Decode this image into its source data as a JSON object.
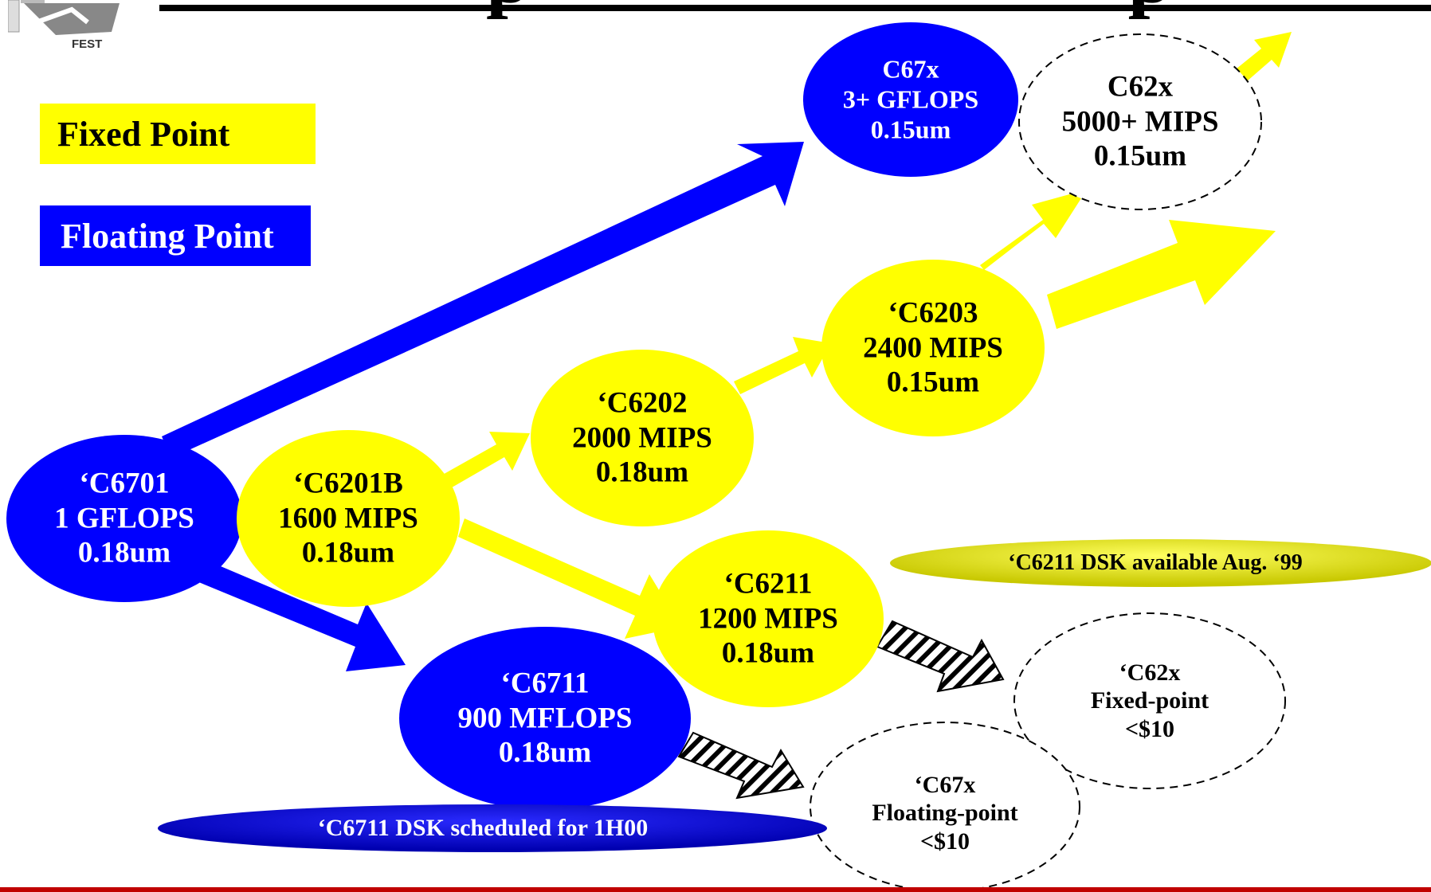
{
  "title_fragment": "p                              p",
  "logo": {
    "label": "FEST"
  },
  "legend": {
    "fixed": {
      "label": "Fixed Point",
      "color": "#ffff00"
    },
    "floating": {
      "label": "Floating Point",
      "color": "#0000ff"
    }
  },
  "nodes": {
    "c6701": {
      "lines": [
        "‘C6701",
        "1 GFLOPS",
        "0.18um"
      ],
      "kind": "floating"
    },
    "c6201b": {
      "lines": [
        "‘C6201B",
        "1600 MIPS",
        "0.18um"
      ],
      "kind": "fixed"
    },
    "c6202": {
      "lines": [
        "‘C6202",
        "2000 MIPS",
        "0.18um"
      ],
      "kind": "fixed"
    },
    "c6203": {
      "lines": [
        "‘C6203",
        "2400 MIPS",
        "0.15um"
      ],
      "kind": "fixed"
    },
    "c67x_top": {
      "lines": [
        "C67x",
        "3+ GFLOPS",
        "0.15um"
      ],
      "kind": "floating"
    },
    "c62x_top": {
      "lines": [
        "C62x",
        "5000+ MIPS",
        "0.15um"
      ],
      "kind": "future"
    },
    "c6211": {
      "lines": [
        "‘C6211",
        "1200 MIPS",
        "0.18um"
      ],
      "kind": "fixed"
    },
    "c6711": {
      "lines": [
        "‘C6711",
        "900 MFLOPS",
        "0.18um"
      ],
      "kind": "floating"
    },
    "c62x_low": {
      "lines": [
        "‘C62x",
        "Fixed-point",
        "<$10"
      ],
      "kind": "future"
    },
    "c67x_low": {
      "lines": [
        "‘C67x",
        "Floating-point",
        "<$10"
      ],
      "kind": "future"
    }
  },
  "banners": {
    "c6211_dsk": "‘C6211 DSK available Aug. ‘99",
    "c6711_dsk": "‘C6711 DSK scheduled for 1H00"
  },
  "colors": {
    "fixed": "#ffff00",
    "floating": "#0000ff",
    "future_border": "#000000",
    "bottom_bar": "#c00000"
  }
}
